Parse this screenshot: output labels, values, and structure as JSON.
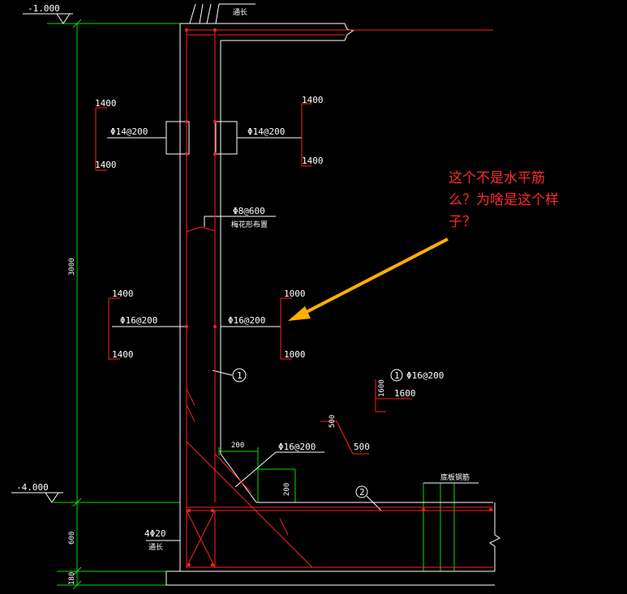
{
  "colors": {
    "background": "#000000",
    "structure": "#ffffff",
    "rebar": "#ff2020",
    "dimension": "#00e000",
    "annotation_arrow": "#ffb000",
    "note_text": "#ff2a2a"
  },
  "elevations": {
    "top": "-1.000",
    "bottom": "-4.000"
  },
  "dimensions": {
    "wall_height": "3000",
    "beam_depth": "600",
    "slab_depth": "180",
    "haunch_width": "200",
    "haunch_height": "200"
  },
  "labels": {
    "top_continuous": "通长",
    "upper_left_bar": "Φ14@200",
    "upper_left_top": "1400",
    "upper_left_bottom": "1400",
    "upper_right_bar": "Φ14@200",
    "upper_right_top": "1400",
    "upper_right_bottom": "1400",
    "tie_bar": "Φ8@600",
    "tie_note": "梅花形布置",
    "mid_left_bar": "Φ16@200",
    "mid_left_top": "1400",
    "mid_left_bottom": "1400",
    "mid_right_bar": "Φ16@200",
    "mid_right_top": "1000",
    "mid_right_bottom": "1000",
    "marker_1": "1",
    "detail_marker": "1",
    "detail_bar": "Φ16@200",
    "detail_vertical": "1600",
    "detail_horizontal": "1600",
    "bend_vertical": "500",
    "bend_horizontal": "500",
    "haunch_bar": "Φ16@200",
    "marker_2": "2",
    "slab_rebar": "底板钢筋",
    "corner_bars": "4Φ20",
    "corner_note": "通长"
  },
  "question": {
    "line1": "这个不是水平筋",
    "line2": "么？为啥是这个样",
    "line3": "子？"
  }
}
